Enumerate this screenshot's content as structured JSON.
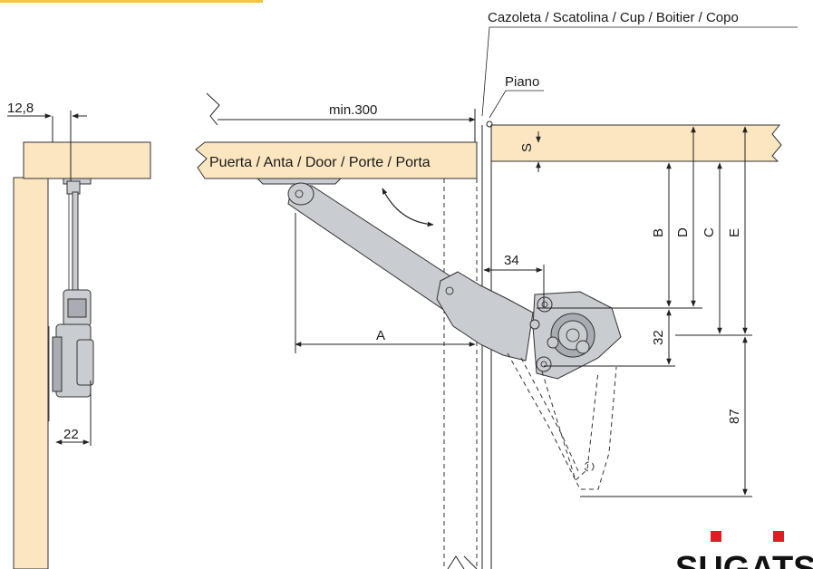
{
  "labels": {
    "cup": "Cazoleta / Scatolina / Cup / Boitier / Copo",
    "piano": "Piano",
    "door": "Puerta / Anta / Door / Porte / Porta",
    "min300": "min.300",
    "dim_12_8": "12,8",
    "dim_22": "22",
    "dim_34": "34",
    "dim_32": "32",
    "dim_87": "87",
    "dim_A": "A",
    "dim_B": "B",
    "dim_C": "C",
    "dim_D": "D",
    "dim_E": "E",
    "dim_S": "S"
  },
  "brand": {
    "name": "SUGATSUNE",
    "accent_color": "#e21b23",
    "wood_color": "#fbe6c0",
    "header_bar_color": "#f5c242"
  }
}
